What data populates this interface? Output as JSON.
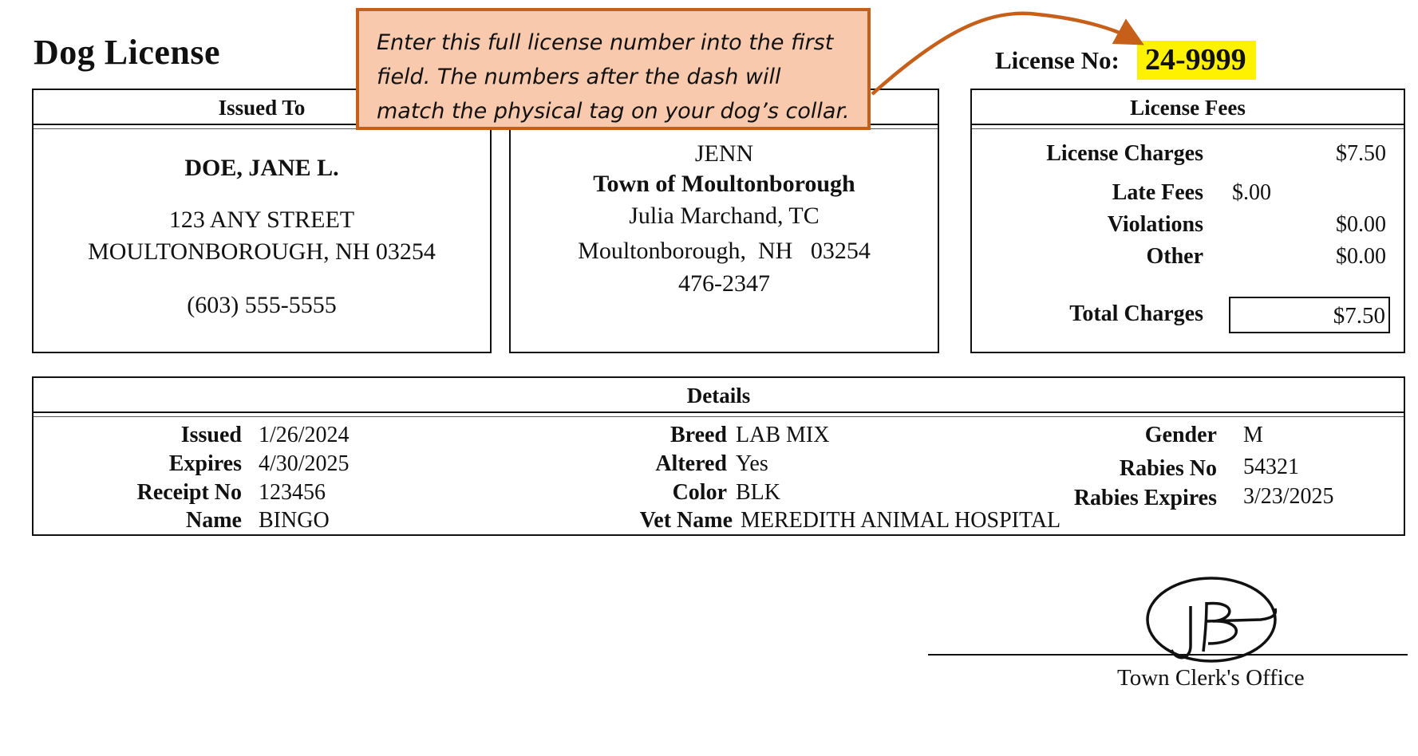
{
  "title": "Dog License",
  "license": {
    "label": "License No:",
    "number": "24-9999"
  },
  "callout": {
    "text": "Enter this full license number into the first field. The numbers after the dash will match the physical tag on your dog’s collar."
  },
  "issued_to": {
    "header": "Issued To",
    "name": "DOE, JANE L.",
    "street": "123 ANY STREET",
    "city": "MOULTONBOROUGH, NH 03254",
    "phone": "(603) 555-5555"
  },
  "issued_by": {
    "clerk": "JENN",
    "town": "Town of Moultonborough",
    "official": "Julia Marchand, TC",
    "city": "Moultonborough,  NH   03254",
    "phone": "476-2347"
  },
  "fees": {
    "header": "License Fees",
    "license_charges": {
      "label": "License Charges",
      "value": "$7.50"
    },
    "late_fees": {
      "label": "Late Fees",
      "value": "$.00"
    },
    "violations": {
      "label": "Violations",
      "value": "$0.00"
    },
    "other": {
      "label": "Other",
      "value": "$0.00"
    },
    "total": {
      "label": "Total Charges",
      "value": "$7.50"
    }
  },
  "details": {
    "header": "Details",
    "issued": {
      "label": "Issued",
      "value": "1/26/2024"
    },
    "expires": {
      "label": "Expires",
      "value": "4/30/2025"
    },
    "receipt": {
      "label": "Receipt No",
      "value": "123456"
    },
    "name": {
      "label": "Name",
      "value": "BINGO"
    },
    "breed": {
      "label": "Breed",
      "value": "LAB MIX"
    },
    "altered": {
      "label": "Altered",
      "value": "Yes"
    },
    "color": {
      "label": "Color",
      "value": "BLK"
    },
    "vet": {
      "label": "Vet Name",
      "value": "MEREDITH ANIMAL HOSPITAL"
    },
    "gender": {
      "label": "Gender",
      "value": "M"
    },
    "rabies_no": {
      "label": "Rabies No",
      "value": "54321"
    },
    "rabies_expires": {
      "label": "Rabies Expires",
      "value": "3/23/2025"
    }
  },
  "signature": {
    "label": "Town Clerk's Office",
    "mark": "JB"
  },
  "colors": {
    "highlight": "#fff200",
    "callout_fill": "#f8c9ac",
    "callout_border": "#c65f19"
  }
}
